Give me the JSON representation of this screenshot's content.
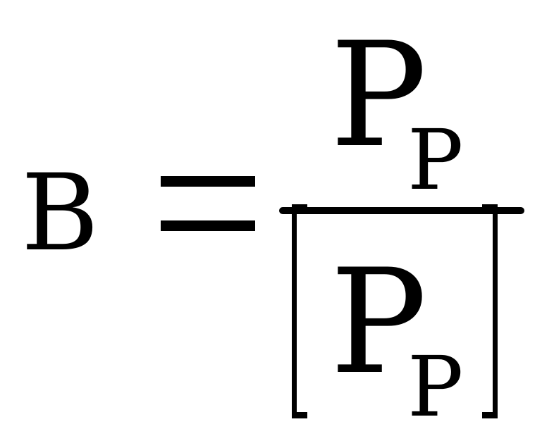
{
  "formula": {
    "lhs": "B",
    "numerator": {
      "symbol": "P",
      "subscript": "P"
    },
    "denominator": {
      "symbol": "P",
      "subscript": "P"
    }
  }
}
